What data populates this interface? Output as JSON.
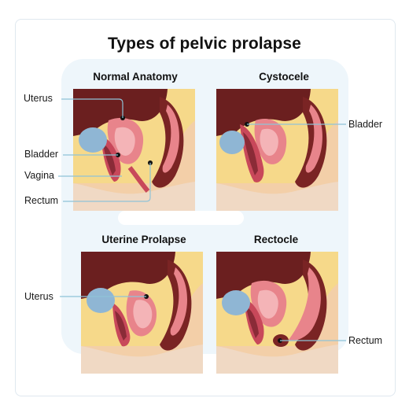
{
  "title": "Types of pelvic prolapse",
  "panels": [
    {
      "title": "Normal Anatomy"
    },
    {
      "title": "Cystocele"
    },
    {
      "title": "Uterine Prolapse"
    },
    {
      "title": "Rectocle"
    }
  ],
  "labels": {
    "p1_uterus": "Uterus",
    "p1_bladder": "Bladder",
    "p1_vagina": "Vagina",
    "p1_rectum": "Rectum",
    "p2_bladder": "Bladder",
    "p3_uterus": "Uterus",
    "p4_rectum": "Rectum"
  },
  "colors": {
    "skin": "#f3cfa8",
    "fat": "#f6d98a",
    "dark_tissue": "#6b1f1f",
    "uterus": "#e8848b",
    "uterus_inner": "#f4b4b7",
    "bladder": "#8fb6d4",
    "leader_line": "#8fc3d8"
  }
}
